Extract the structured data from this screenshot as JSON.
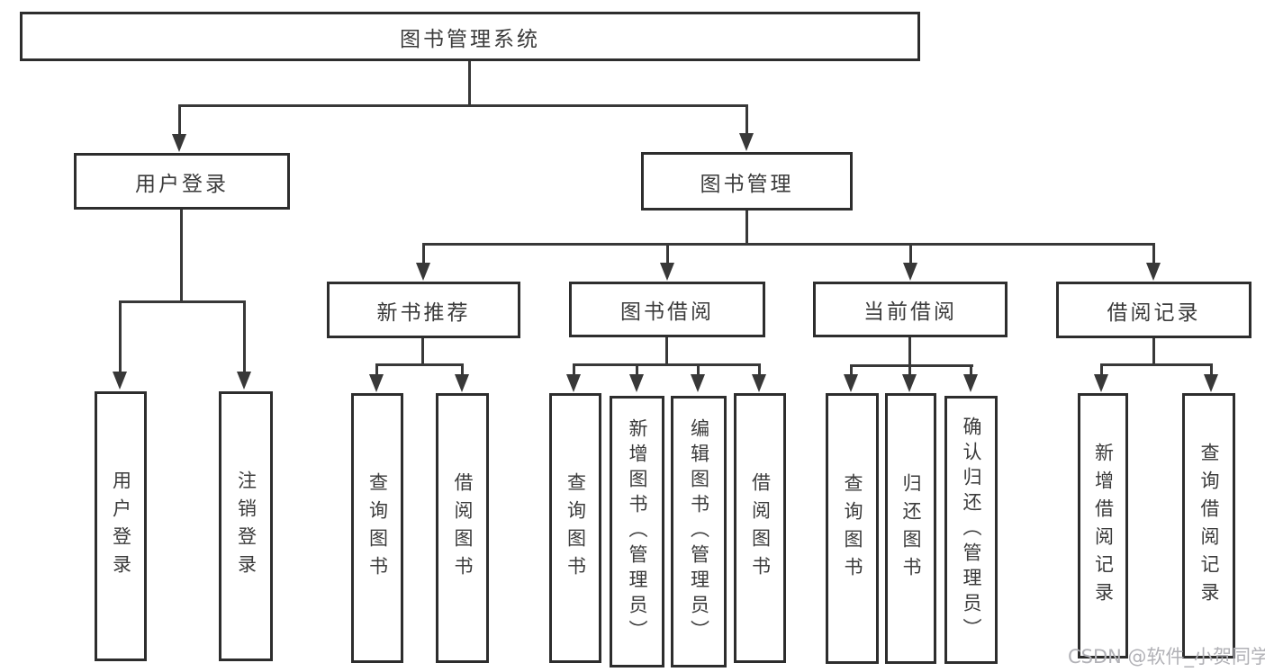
{
  "tree": {
    "root": {
      "label": "图书管理系统",
      "children": [
        {
          "label": "用户登录",
          "children": [
            {
              "label": "用户登录"
            },
            {
              "label": "注销登录"
            }
          ]
        },
        {
          "label": "图书管理",
          "children": [
            {
              "label": "新书推荐",
              "children": [
                {
                  "label": "查询图书"
                },
                {
                  "label": "借阅图书"
                }
              ]
            },
            {
              "label": "图书借阅",
              "children": [
                {
                  "label": "查询图书"
                },
                {
                  "label": "新增图书（管理员）"
                },
                {
                  "label": "编辑图书（管理员）"
                },
                {
                  "label": "借阅图书"
                }
              ]
            },
            {
              "label": "当前借阅",
              "children": [
                {
                  "label": "查询图书"
                },
                {
                  "label": "归还图书"
                },
                {
                  "label": "确认归还（管理员）"
                }
              ]
            },
            {
              "label": "借阅记录",
              "children": [
                {
                  "label": "新增借阅记录"
                },
                {
                  "label": "查询借阅记录"
                }
              ]
            }
          ]
        }
      ]
    }
  },
  "watermark": {
    "text": "CSDN @软件_小贺同学"
  },
  "colors": {
    "line": "#383838",
    "box_border": "#2d2d2d",
    "text": "#3b3b3b",
    "watermark": "#b1b1b6",
    "background": "#ffffff"
  }
}
